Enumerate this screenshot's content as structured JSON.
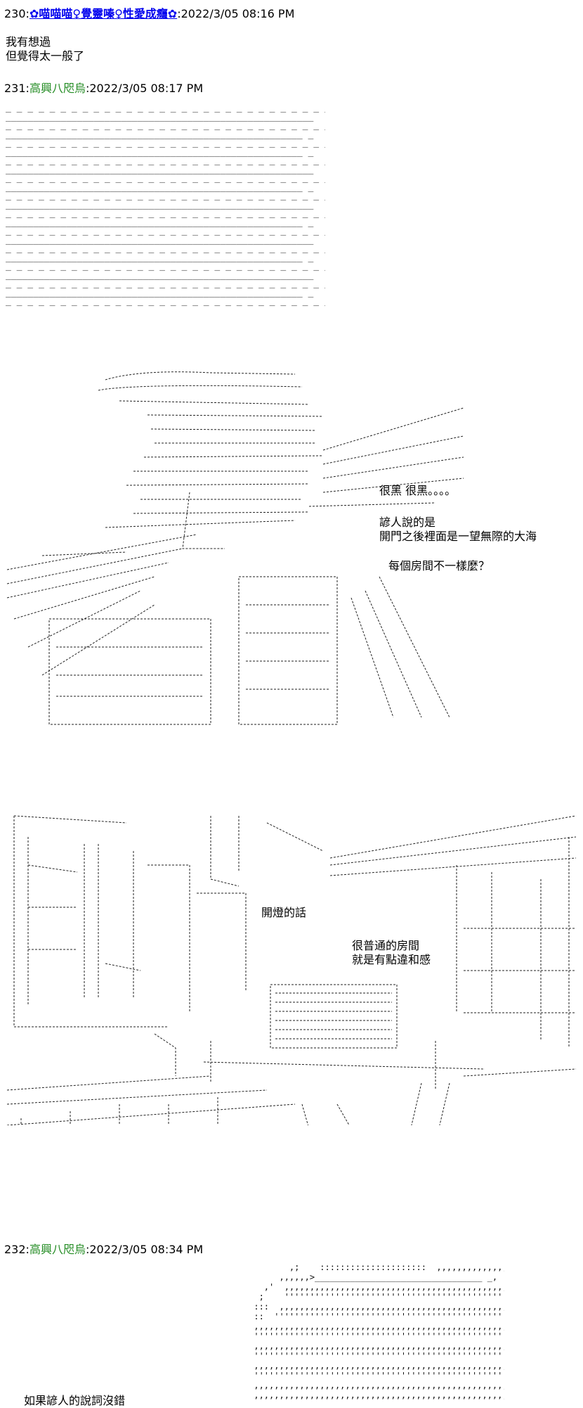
{
  "posts": [
    {
      "number": "230:",
      "name": "✿喵喵喵♀覺靈嗪♀性愛成癮✿",
      "datetime": ":2022/3/05 08:16 PM",
      "body_line1": "我有想過",
      "body_line2": "但覺得太一般了"
    },
    {
      "number": "231:",
      "name": "高興八咫烏",
      "datetime": ":2022/3/05 08:17 PM",
      "scene1_text1": "很黑 很黑。。。。",
      "scene1_text2": "諺人說的是",
      "scene1_text3": "開門之後裡面是一望無際的大海",
      "scene1_text4": "每個房間不一樣麼？",
      "scene2_text1": "開燈的話",
      "scene2_text2": "很普通的房間",
      "scene2_text3": "就是有點違和感"
    },
    {
      "number": "232:",
      "name": "高興八咫烏",
      "datetime": ":2022/3/05 08:34 PM",
      "bottom_text": "如果諺人的說詞沒錯"
    }
  ],
  "colors": {
    "link": "#0000ee",
    "green_name": "#228b22"
  }
}
